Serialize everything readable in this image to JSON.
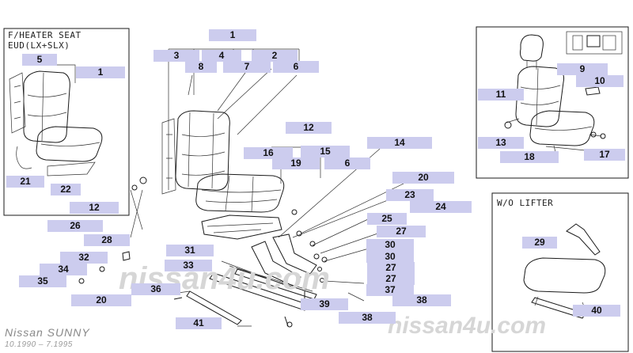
{
  "diagram": {
    "heater_box_title_1": "F/HEATER SEAT",
    "heater_box_title_2": "EUD(LX+SLX)",
    "wo_lifter_title": "W/O  LIFTER",
    "model_name": "Nissan SUNNY",
    "production_years": "10.1990 – 7.1995",
    "watermark_center": "nissan4u.com",
    "watermark_bottom": "nissan4u.com"
  },
  "callouts": [
    "1",
    "3",
    "4",
    "2",
    "8",
    "7",
    "6",
    "12",
    "14",
    "16",
    "15",
    "19",
    "6",
    "20",
    "23",
    "24",
    "25",
    "27",
    "30",
    "30",
    "27",
    "27",
    "37",
    "38",
    "39",
    "38",
    "31",
    "33",
    "36",
    "20",
    "41",
    "32",
    "34",
    "35",
    "26",
    "28",
    "5",
    "1",
    "21",
    "22",
    "12",
    "9",
    "10",
    "11",
    "13",
    "18",
    "17",
    "29",
    "40"
  ]
}
